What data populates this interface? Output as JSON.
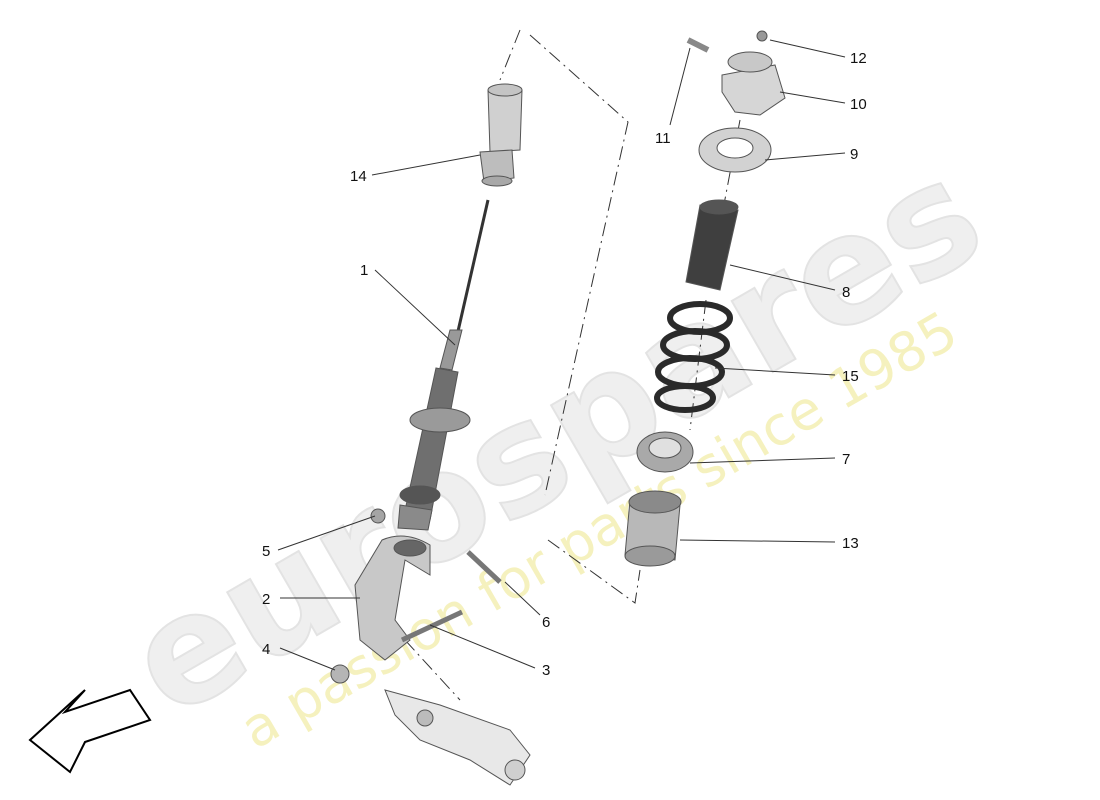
{
  "watermark": {
    "brand": "eurospares",
    "tagline": "a passion for parts since 1985",
    "brand_color": "#e6e6e6",
    "tagline_color": "#f3efb0"
  },
  "direction_arrow": {
    "icon": "outline-arrow-icon"
  },
  "callouts": [
    {
      "id": "1",
      "label": "1"
    },
    {
      "id": "2",
      "label": "2"
    },
    {
      "id": "3",
      "label": "3"
    },
    {
      "id": "4",
      "label": "4"
    },
    {
      "id": "5",
      "label": "5"
    },
    {
      "id": "6",
      "label": "6"
    },
    {
      "id": "7",
      "label": "7"
    },
    {
      "id": "8",
      "label": "8"
    },
    {
      "id": "9",
      "label": "9"
    },
    {
      "id": "10",
      "label": "10"
    },
    {
      "id": "11",
      "label": "11"
    },
    {
      "id": "12",
      "label": "12"
    },
    {
      "id": "13",
      "label": "13"
    },
    {
      "id": "14",
      "label": "14"
    },
    {
      "id": "15",
      "label": "15"
    }
  ]
}
